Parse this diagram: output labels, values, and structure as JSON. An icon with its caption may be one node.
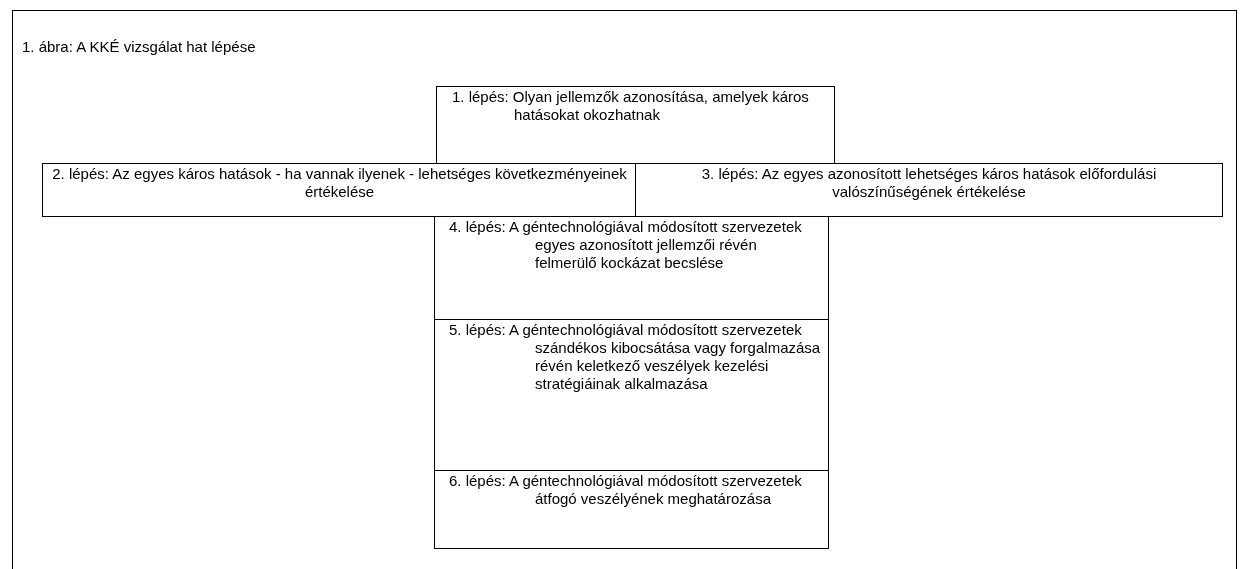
{
  "diagram": {
    "title": "1. ábra: A KKÉ vizsgálat hat lépése",
    "nodes": [
      {
        "text": [
          "1. lépés: Olyan jellemzők azonosítása, amelyek káros hatásokat okozhatnak"
        ]
      },
      {
        "text": [
          "2. lépés: Az egyes káros hatások - ha vannak ilyenek - lehetséges következményeinek értékelése"
        ]
      },
      {
        "text": [
          "3. lépés: Az egyes azonosított lehetséges káros hatások előfordulási valószínűségének értékelése"
        ]
      },
      {
        "text": [
          "4. lépés: A géntechnológiával módosított szervezetek egyes azonosított jellemzői révén felmerülő kockázat becslése"
        ]
      },
      {
        "text": [
          "5. lépés: A géntechnológiával módosított szervezetek szándékos kibocsátása vagy forgalmazása révén keletkező veszélyek kezelési stratégiáinak alkalmazása"
        ]
      },
      {
        "text": [
          "6. lépés: A géntechnológiával módosított szervezetek átfogó veszélyének meghatározása"
        ]
      }
    ]
  }
}
